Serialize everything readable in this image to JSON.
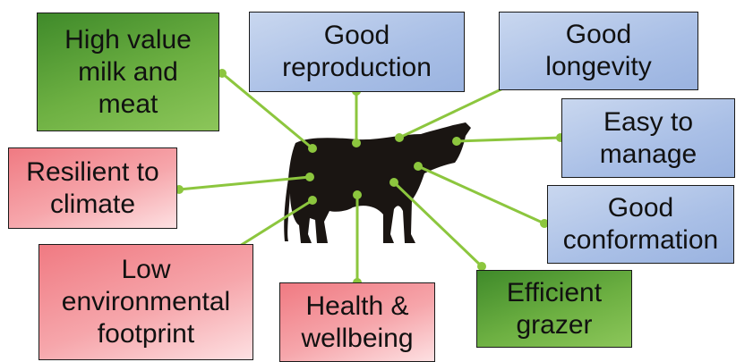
{
  "nodes": {
    "milk": "High value\nmilk and\nmeat",
    "reproduction": "Good\nreproduction",
    "longevity": "Good\nlongevity",
    "manage": "Easy to\nmanage",
    "resilient": "Resilient to\nclimate",
    "conformation": "Good\nconformation",
    "footprint": "Low\nenvironmental\nfootprint",
    "health": "Health &\nwellbeing",
    "grazer": "Efficient\ngrazer"
  },
  "colors": {
    "connector": "#8cc63e",
    "cow": "#1a1512",
    "green": "#6db042",
    "blue": "#a9bfe6",
    "red": "#f6a6ab"
  }
}
